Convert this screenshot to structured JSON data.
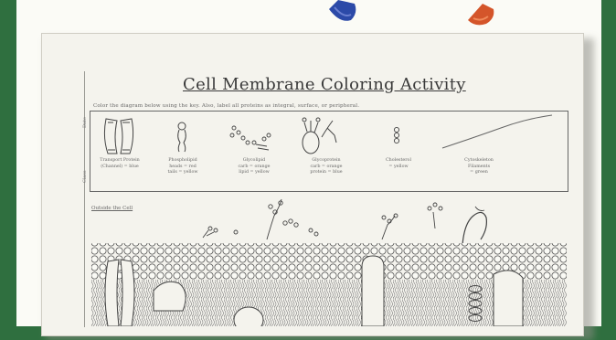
{
  "worksheet": {
    "title": "Cell Membrane Coloring Activity",
    "instructions": "Color the diagram below using the key. Also, label all proteins as integral, surface, or peripheral.",
    "side_labels": {
      "date": "Date",
      "class": "Class"
    },
    "outside_label": "Outside the Cell",
    "key": [
      {
        "caption": "Transport Protein\n(Channel) = blue"
      },
      {
        "caption": "Phospholipid\nheads = red\ntails = yellow"
      },
      {
        "caption": "Glycolipid\ncarb = orange\nlipid = yellow"
      },
      {
        "caption": "Glycoprotein\ncarb = orange\nprotein = blue"
      },
      {
        "caption": "Cholesterol\n= yellow"
      },
      {
        "caption": "Cytoskeleton\nFilaments\n= green"
      }
    ]
  },
  "colors": {
    "frame": "#2f6f3f",
    "paper": "#f4f3ed",
    "blue_pencil": "#2c4aa8",
    "red_pencil": "#d4552a"
  }
}
